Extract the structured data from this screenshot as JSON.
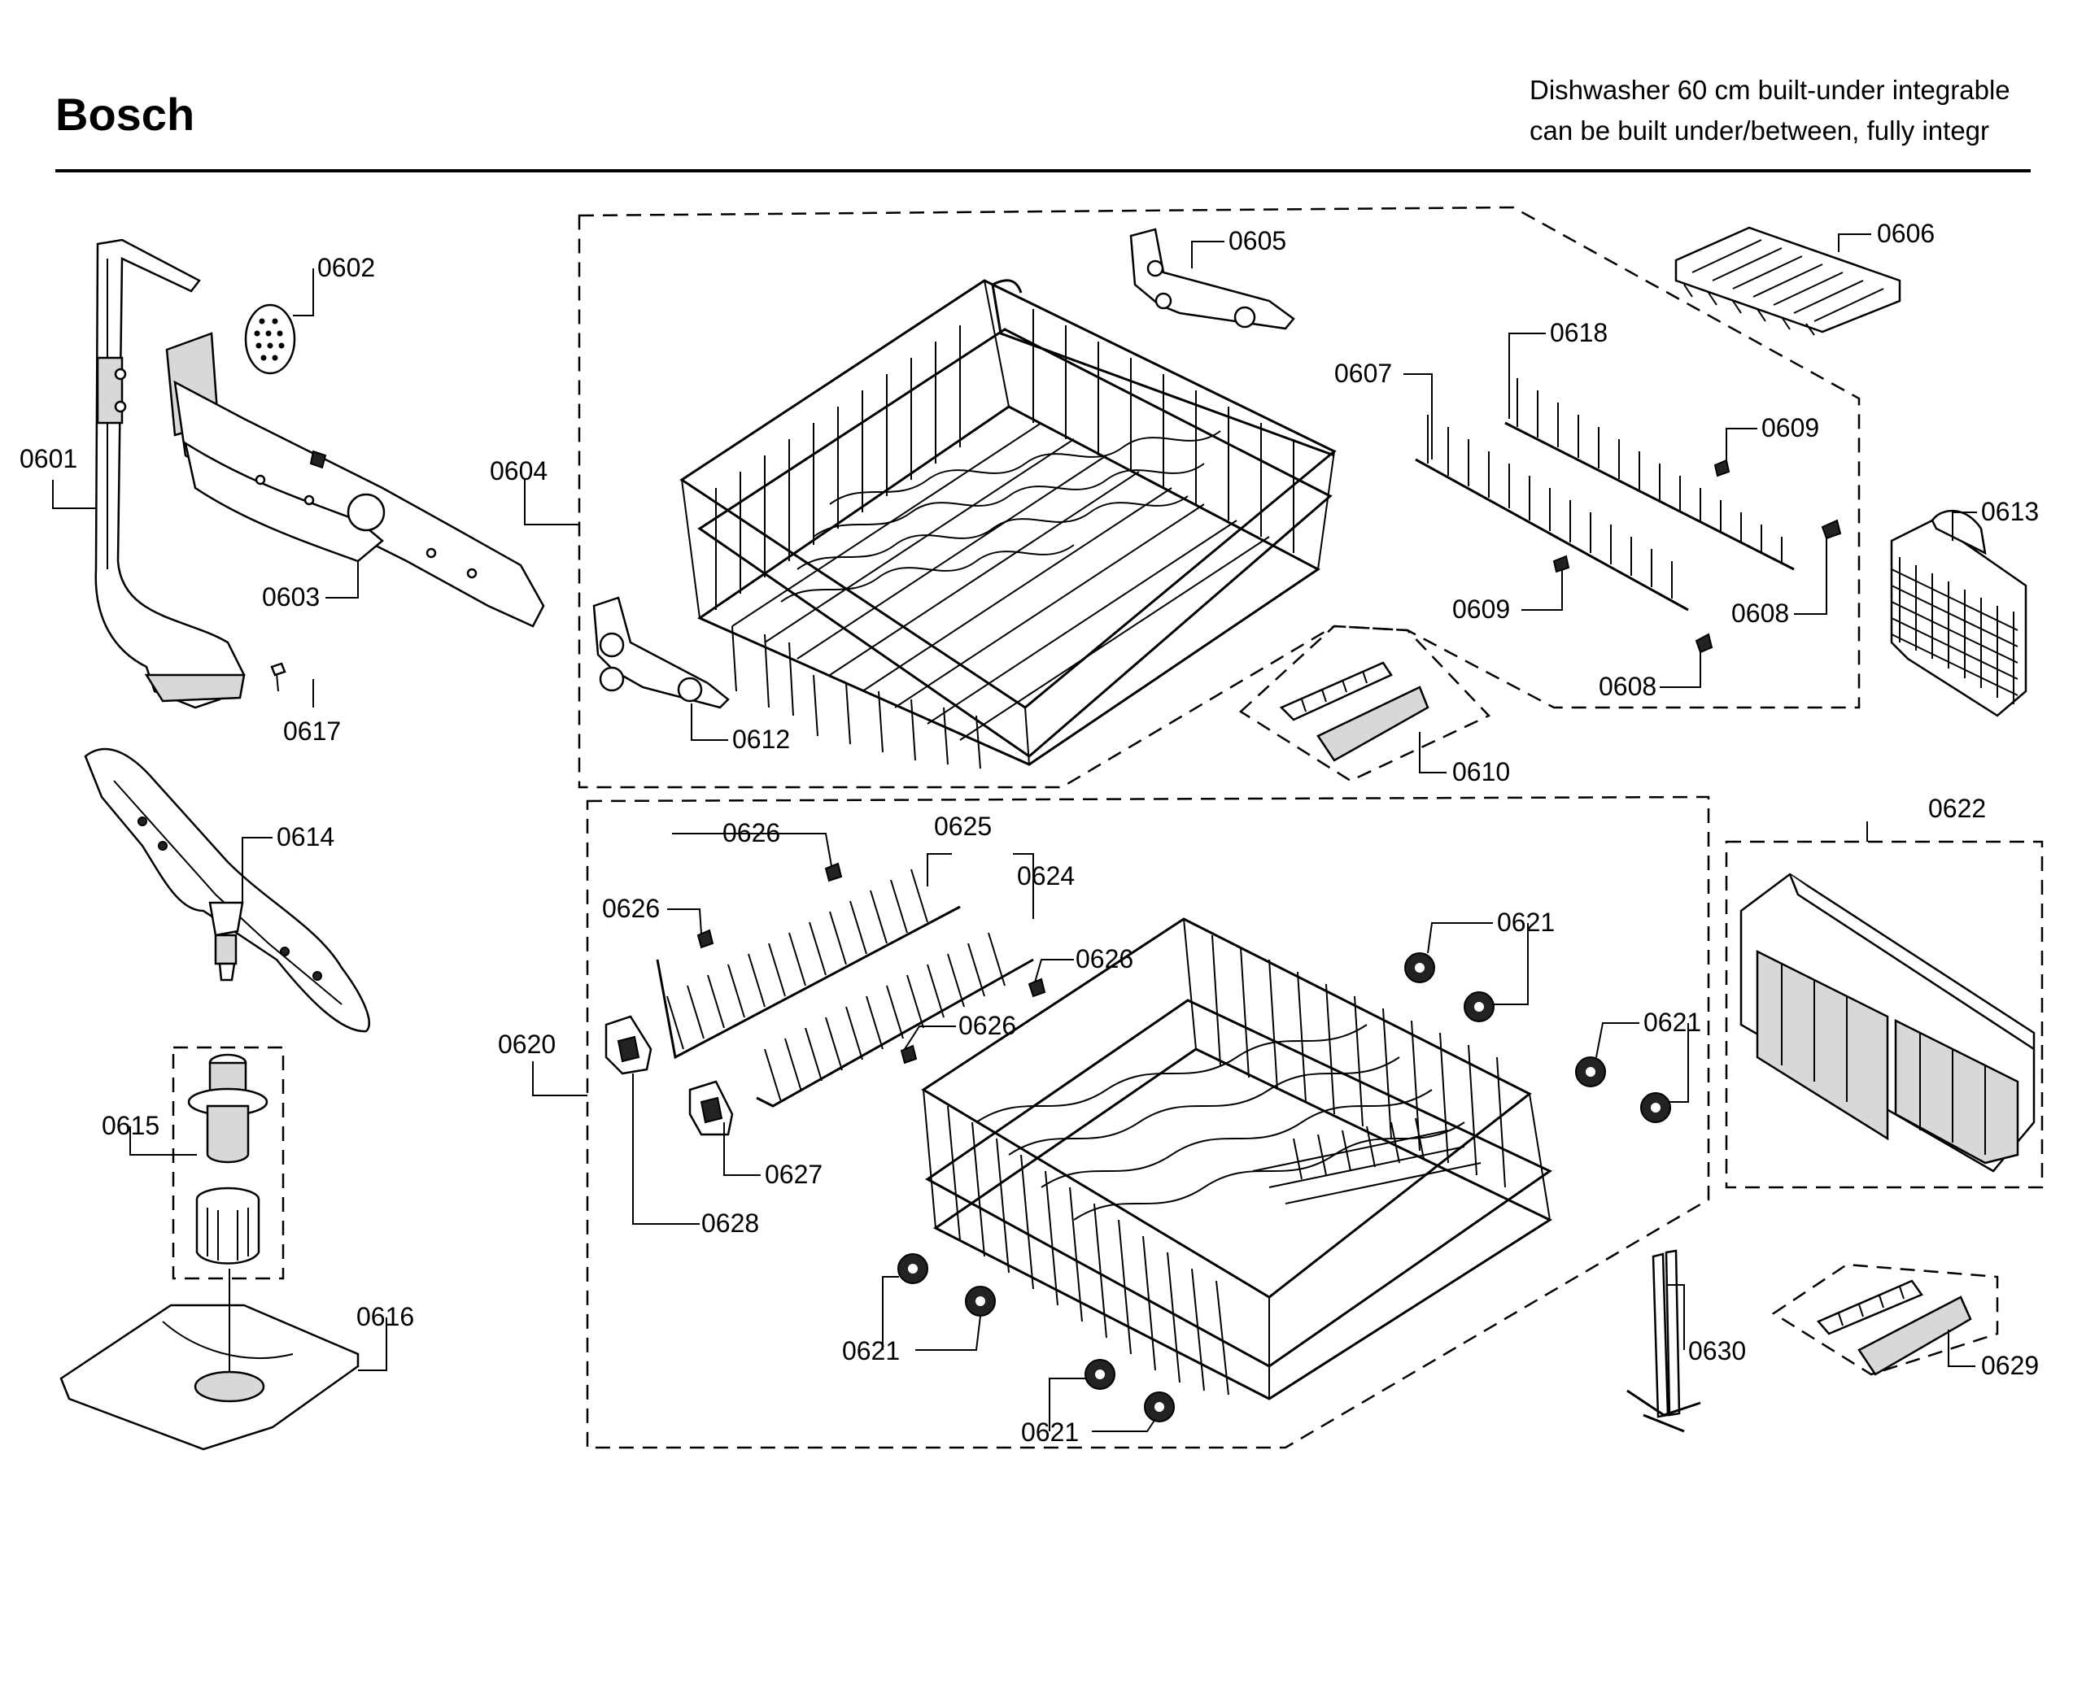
{
  "header": {
    "brand": "Bosch",
    "description_line1": "Dishwasher 60 cm built-under integrable",
    "description_line2": "can be built under/between, fully integr"
  },
  "callouts": [
    {
      "id": "0601",
      "part": "spray-arm-feed-tube"
    },
    {
      "id": "0602",
      "part": "spray-nozzle"
    },
    {
      "id": "0603",
      "part": "upper-spray-arm"
    },
    {
      "id": "0604",
      "part": "upper-rack-assembly"
    },
    {
      "id": "0605",
      "part": "rack-adjuster"
    },
    {
      "id": "0606",
      "part": "cup-shelf"
    },
    {
      "id": "0607",
      "part": "tine-row-left"
    },
    {
      "id": "0608",
      "part": "clip"
    },
    {
      "id": "0609",
      "part": "clip"
    },
    {
      "id": "0610",
      "part": "handle"
    },
    {
      "id": "0612",
      "part": "rack-adjuster"
    },
    {
      "id": "0613",
      "part": "cutlery-basket-small"
    },
    {
      "id": "0614",
      "part": "lower-spray-arm"
    },
    {
      "id": "0615",
      "part": "filter-assembly"
    },
    {
      "id": "0616",
      "part": "filter-plate"
    },
    {
      "id": "0617",
      "part": "screw"
    },
    {
      "id": "0618",
      "part": "tine-row-right"
    },
    {
      "id": "0620",
      "part": "lower-rack-assembly"
    },
    {
      "id": "0621",
      "part": "rack-wheel"
    },
    {
      "id": "0622",
      "part": "cutlery-basket"
    },
    {
      "id": "0624",
      "part": "tine-row"
    },
    {
      "id": "0625",
      "part": "tine-row"
    },
    {
      "id": "0626",
      "part": "clip"
    },
    {
      "id": "0627",
      "part": "bearing"
    },
    {
      "id": "0628",
      "part": "bearing"
    },
    {
      "id": "0629",
      "part": "handle"
    },
    {
      "id": "0630",
      "part": "holder"
    }
  ]
}
